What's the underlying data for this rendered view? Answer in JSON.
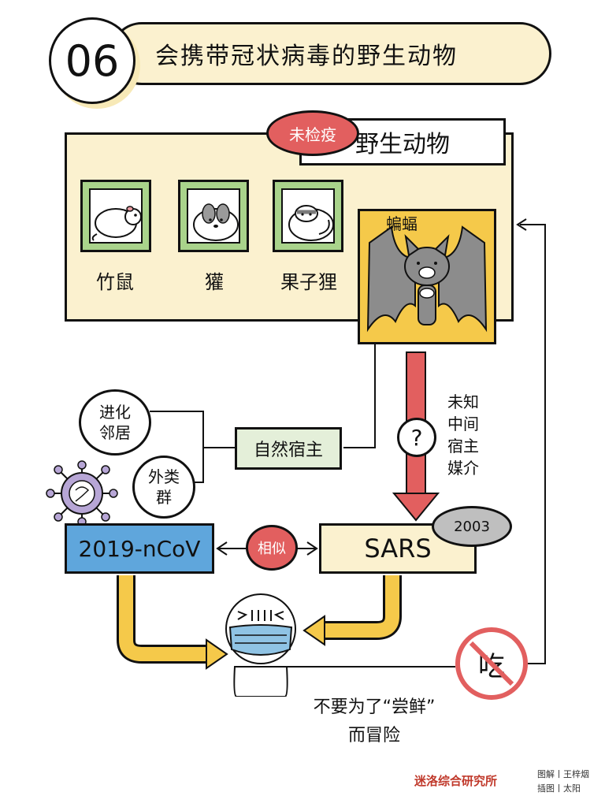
{
  "header": {
    "number": "06",
    "title": "会携带冠状病毒的野生动物"
  },
  "panel": {
    "badge": "未检疫",
    "label": "野生动物"
  },
  "animals": [
    {
      "name": "竹鼠"
    },
    {
      "name": "獾"
    },
    {
      "name": "果子狸"
    },
    {
      "name": "蝙蝠"
    }
  ],
  "flow": {
    "natural_host": "自然宿主",
    "bubble1": "进化邻居",
    "bubble2": "外类群",
    "question": "?",
    "intermediate": "未知中间宿主媒介",
    "sars": "SARS",
    "sars_year": "2003",
    "ncov": "2019-nCoV",
    "similar": "相似",
    "no_eat": "吃",
    "caption_line1": "不要为了“尝鲜”",
    "caption_line2": "而冒险"
  },
  "footer": {
    "org": "迷洛综合研究所",
    "credit1": "图解丨王梓烟",
    "credit2": "插图丨太阳"
  },
  "colors": {
    "cream": "#fbf1cf",
    "red": "#e25f5f",
    "yellow": "#f5c94a",
    "green": "#a9d38b",
    "blue": "#5fa6dc",
    "gray": "#8c8c8c"
  }
}
